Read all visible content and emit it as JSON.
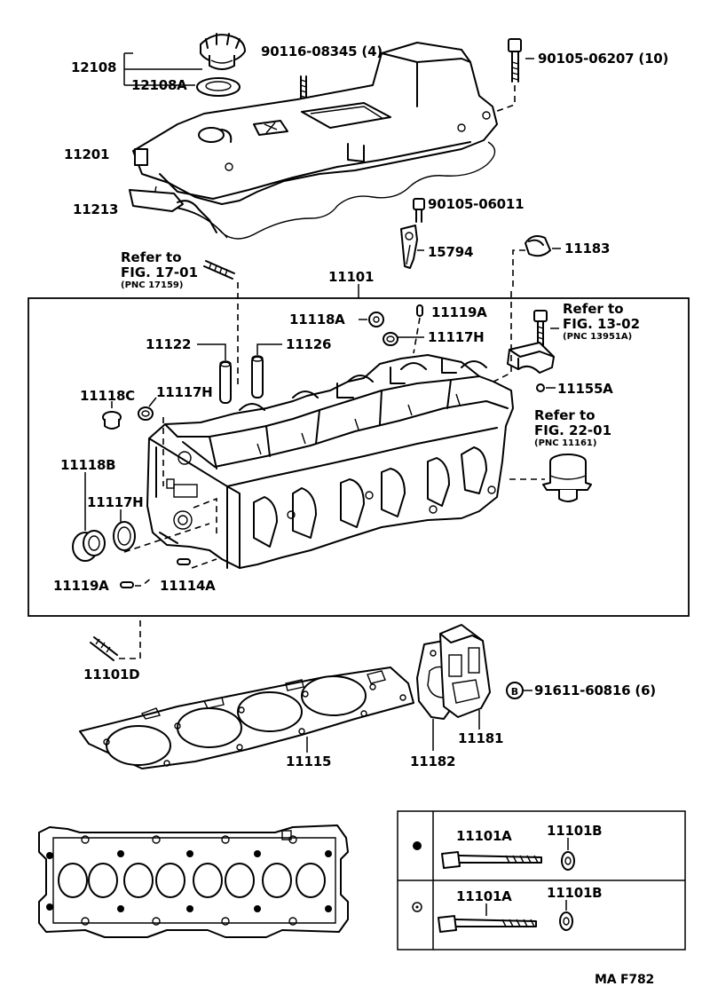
{
  "labels": {
    "p12108": "12108",
    "p12108a": "12108A",
    "p90116": "90116-08345 (4)",
    "p90105_06207": "90105-06207 (10)",
    "p11201": "11201",
    "p11213": "11213",
    "p90105_06011": "90105-06011",
    "p15794": "15794",
    "p11183": "11183",
    "p11101": "11101",
    "p11118a": "11118A",
    "p11119a_top": "11119A",
    "p11117h_top": "11117H",
    "p11122": "11122",
    "p11126": "11126",
    "p11155a": "11155A",
    "p11118c": "11118C",
    "p11117h_mid": "11117H",
    "p11118b": "11118B",
    "p11117h_low": "11117H",
    "p11119a_low": "11119A",
    "p11114a": "11114A",
    "p11101d": "11101D",
    "p91611": "91611-60816 (6)",
    "p11181": "11181",
    "p11182": "11182",
    "p11115": "11115",
    "inset_row1_bolt": "11101A",
    "inset_row1_washer": "11101B",
    "inset_row2_bolt": "11101A",
    "inset_row2_washer": "11101B",
    "figure_code": "MA F782"
  },
  "refs": {
    "fig1701": {
      "line1": "Refer to",
      "line2": "FIG. 17-01",
      "line3": "(PNC 17159)"
    },
    "fig1302": {
      "line1": "Refer to",
      "line2": "FIG. 13-02",
      "line3": "(PNC 13951A)"
    },
    "fig2201": {
      "line1": "Refer to",
      "line2": "FIG. 22-01",
      "line3": "(PNC 11161)"
    }
  },
  "inset": {
    "row1_symbol": "filled-circle",
    "row2_symbol": "open-circle"
  }
}
